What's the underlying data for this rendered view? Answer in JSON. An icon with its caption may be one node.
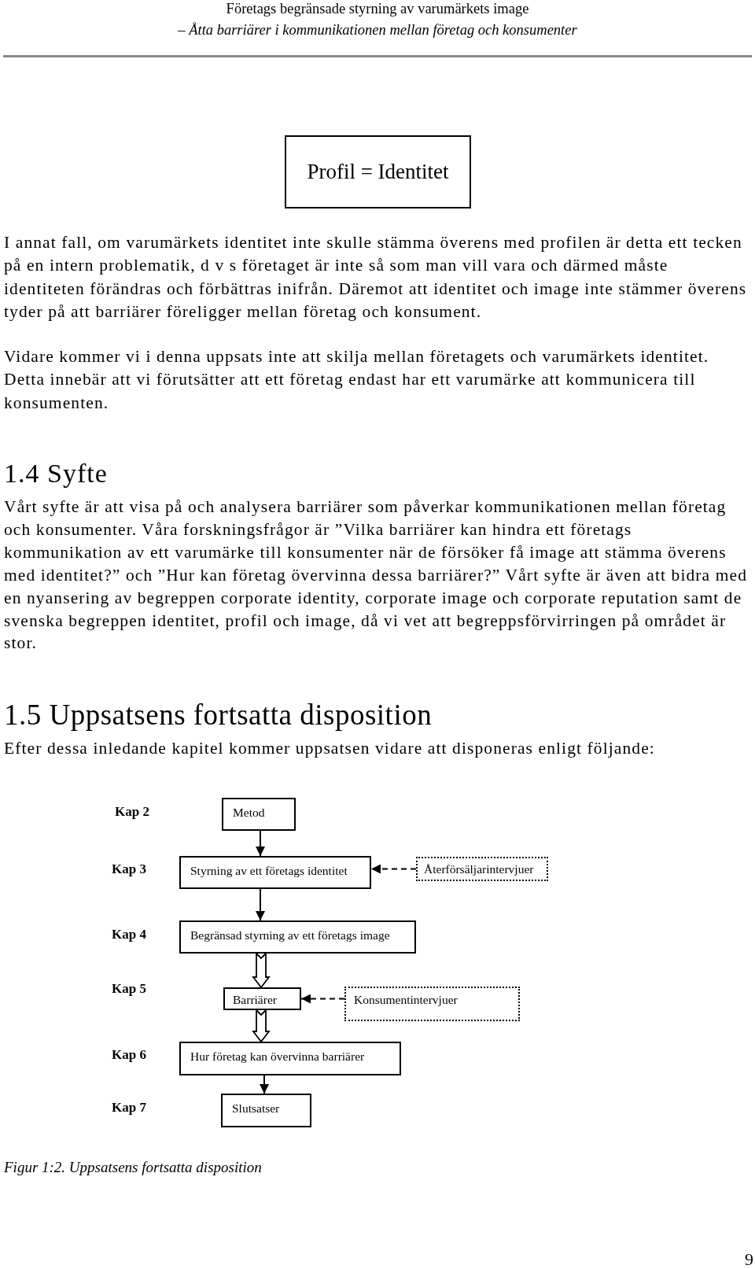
{
  "diagram": {
    "caption": "Figur 1:2. Uppsatsens fortsatta disposition",
    "nodes": [
      {
        "text": [
          "Profil = Identitet"
        ]
      },
      {
        "text": [
          "Metod"
        ]
      },
      {
        "text": [
          "Styrning av ett företags identitet"
        ]
      },
      {
        "text": [
          "Återförsäljarintervjuer"
        ]
      },
      {
        "text": [
          "Begränsad styrning av ett företags image"
        ]
      },
      {
        "text": [
          "Barriärer"
        ]
      },
      {
        "text": [
          "Konsumentintervjuer"
        ]
      },
      {
        "text": [
          "Hur företag kan övervinna barriärer"
        ]
      },
      {
        "text": [
          "Slutsatser"
        ]
      }
    ],
    "edges": [
      {
        "from": 1,
        "to": 2,
        "arrow": "to"
      },
      {
        "from": 3,
        "to": 2,
        "arrow": "to",
        "style": "dashed"
      },
      {
        "from": 2,
        "to": 4,
        "arrow": "to"
      },
      {
        "from": 4,
        "to": 5,
        "arrow": "to",
        "style": "thick"
      },
      {
        "from": 6,
        "to": 5,
        "arrow": "to",
        "style": "dashed"
      },
      {
        "from": 5,
        "to": 7,
        "arrow": "to",
        "style": "thick"
      },
      {
        "from": 7,
        "to": 8,
        "arrow": "to"
      }
    ],
    "labels": [
      "Företags begränsade styrning av varumärkets image",
      "– Åtta barriärer i kommunikationen mellan företag och konsumenter",
      "I annat fall, om varumärkets identitet inte skulle stämma överens med profilen är detta ett tecken på en intern problematik, d v s företaget är inte så som man vill vara och därmed måste identiteten förändras och förbättras inifrån. Däremot att identitet och image inte stämmer överens tyder på att barriärer föreligger mellan företag och konsument.",
      "Vidare kommer vi i denna uppsats inte att skilja mellan företagets och varumärkets identitet. Detta innebär att vi förutsätter att ett företag endast har ett varumärke att kommunicera till konsumenten.",
      "1.4 Syfte",
      "Vårt syfte är att visa på och analysera barriärer som påverkar kommunikationen mellan företag och konsumenter. Våra forskningsfrågor är ”Vilka barriärer kan hindra ett företags kommunikation av ett varumärke till konsumenter när de försöker få image att stämma överens med identitet?” och ”Hur kan företag övervinna dessa barriärer?” Vårt syfte är även att bidra med en nyansering av begreppen corporate identity, corporate image och corporate reputation samt de svenska begreppen identitet, profil och image, då vi vet att begreppsförvirringen på området är stor.",
      "1.5 Uppsatsens fortsatta disposition",
      "Efter dessa inledande kapitel kommer uppsatsen vidare att disponeras enligt följande:",
      "Kap 2",
      "Kap 3",
      "Kap 4",
      "Kap 5",
      "Kap 6",
      "Kap 7",
      "9"
    ]
  }
}
